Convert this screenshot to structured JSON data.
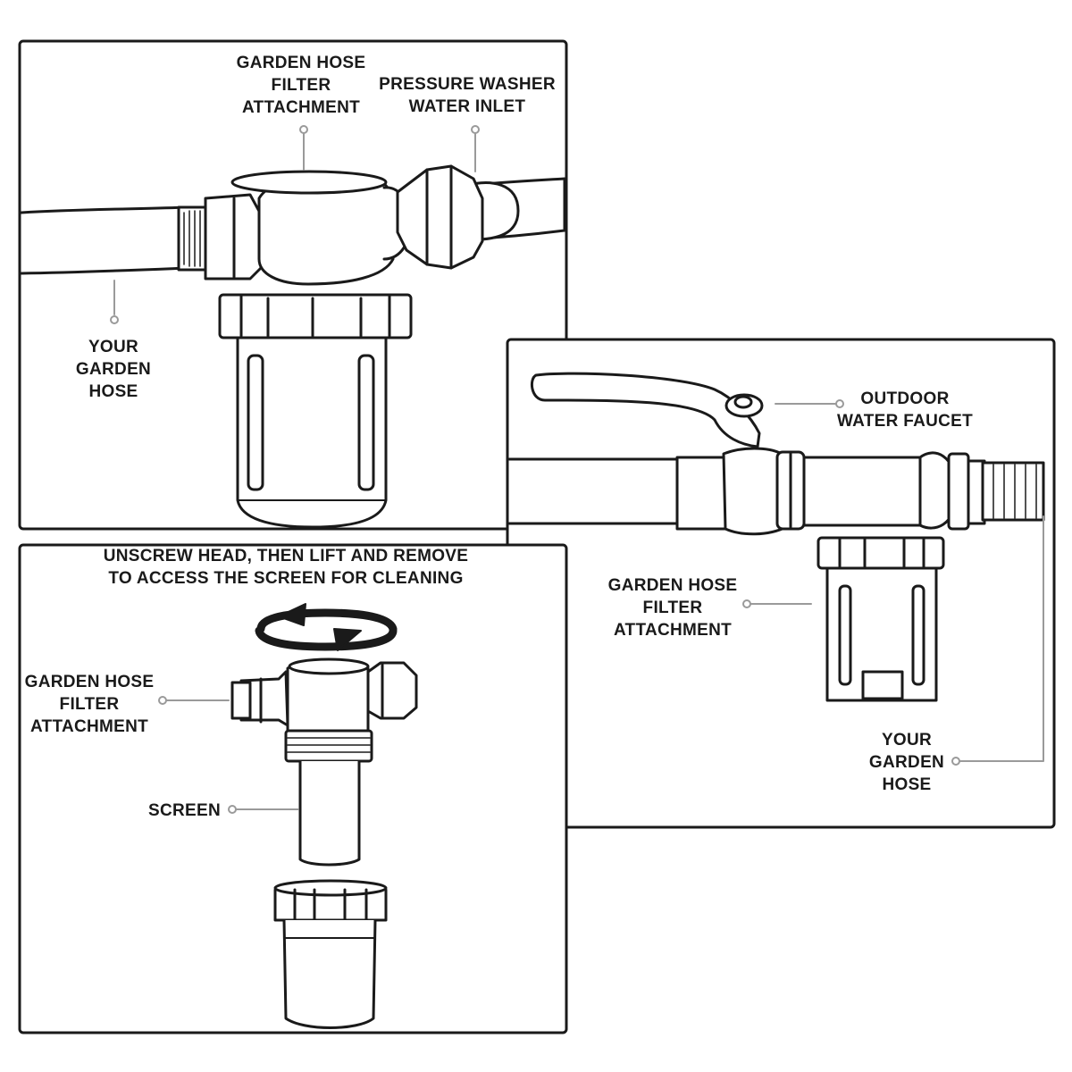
{
  "panel_top_left": {
    "label_filter_attachment": [
      "GARDEN HOSE",
      "FILTER",
      "ATTACHMENT"
    ],
    "label_washer_inlet": [
      "PRESSURE WASHER",
      "WATER INLET"
    ],
    "label_garden_hose": [
      "YOUR",
      "GARDEN",
      "HOSE"
    ]
  },
  "panel_right": {
    "label_faucet": [
      "OUTDOOR",
      "WATER FAUCET"
    ],
    "label_filter_attachment": [
      "GARDEN HOSE",
      "FILTER",
      "ATTACHMENT"
    ],
    "label_garden_hose": [
      "YOUR",
      "GARDEN",
      "HOSE"
    ]
  },
  "panel_bottom_left": {
    "instruction": [
      "UNSCREW HEAD, THEN LIFT AND REMOVE",
      "TO ACCESS THE SCREEN FOR CLEANING"
    ],
    "label_filter_attachment": [
      "GARDEN HOSE",
      "FILTER",
      "ATTACHMENT"
    ],
    "label_screen": "SCREEN"
  },
  "colors": {
    "ink": "#1a1a1a",
    "leader": "#9a9a9a",
    "paper": "#ffffff"
  }
}
